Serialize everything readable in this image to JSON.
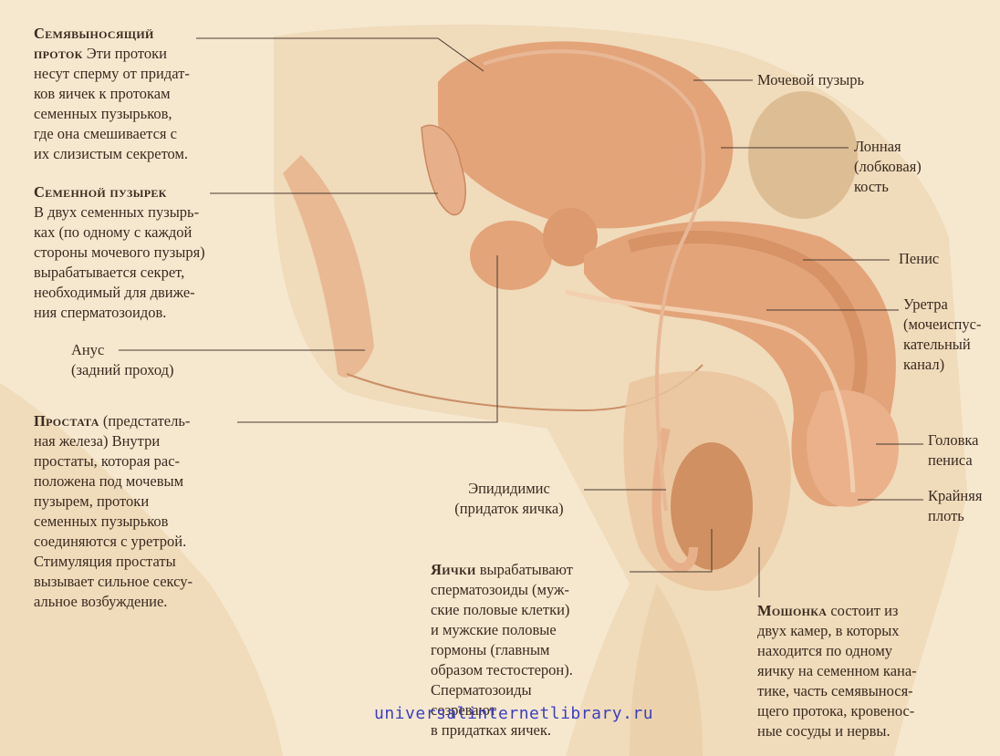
{
  "labels": {
    "vas_deferens": {
      "heading_line1": "Семявыносящий",
      "heading_line2": "проток",
      "lines": [
        "Эти протоки",
        "несут сперму от придат-",
        "ков яичек к протокам",
        "семенных пузырьков,",
        "где она смешивается с",
        "их слизистым секретом."
      ]
    },
    "seminal_vesicle": {
      "heading": "Семенной пузырек",
      "lines": [
        "В двух семенных пузырь-",
        "ках (по одному с каждой",
        "стороны мочевого пузыря)",
        "вырабатывается секрет,",
        "необходимый для движе-",
        "ния сперматозоидов."
      ]
    },
    "anus": {
      "line1": "Анус",
      "line2": "(задний проход)"
    },
    "prostate": {
      "heading": "Простата",
      "lines": [
        "(предстатель-",
        "ная железа) Внутри",
        "простаты, которая рас-",
        "положена под мочевым",
        "пузырем, протоки",
        "семенных пузырьков",
        "соединяются с уретрой.",
        "Стимуляция простаты",
        "вызывает сильное сексу-",
        "альное возбуждение."
      ]
    },
    "bladder": "Мочевой пузырь",
    "pubic_bone": {
      "lines": [
        "Лонная",
        "(лобковая)",
        "кость"
      ]
    },
    "penis": "Пенис",
    "urethra": {
      "lines": [
        "Уретра",
        "(мочеиспус-",
        "кательный",
        "канал)"
      ]
    },
    "glans": {
      "lines": [
        "Головка",
        "пениса"
      ]
    },
    "foreskin": {
      "lines": [
        "Крайняя",
        "плоть"
      ]
    },
    "epididymis": {
      "line1": "Эпидидимис",
      "line2": "(придаток яичка)"
    },
    "testes": {
      "heading": "Яички",
      "lines": [
        "вырабатывают",
        "сперматозоиды (муж-",
        "ские половые клетки)",
        "и мужские половые",
        "гормоны (главным",
        "образом тестостерон).",
        "Сперматозоиды",
        "созревают",
        "в придатках яичек."
      ]
    },
    "scrotum": {
      "heading": "Мошонка",
      "lines": [
        "состоит из",
        "двух камер, в которых",
        "находится по одному",
        "яичку на семенном кана-",
        "тике, часть семявынося-",
        "щего протока, кровенос-",
        "ные сосуды и нервы."
      ]
    }
  },
  "watermark": "universalinternetlibrary.ru",
  "colors": {
    "background": "#f6e8cf",
    "skin": "#eccfae",
    "organ": "#e3a47a",
    "organ_dark": "#cf875c",
    "text": "#3a2a20",
    "watermark": "#3b3fc4"
  }
}
